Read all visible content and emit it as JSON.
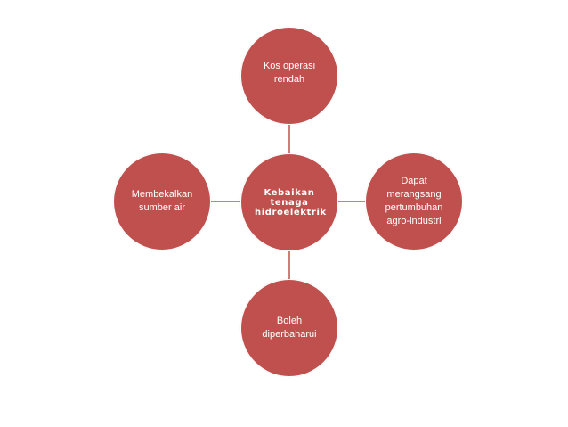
{
  "colors": {
    "node_fill": "#c0504d",
    "connector": "#c0504d",
    "text": "#ffffff",
    "background": "#ffffff"
  },
  "diagram": {
    "center": {
      "label": "Kebaikan tenaga hidroelektrik"
    },
    "satellites": {
      "top": {
        "label": "Kos operasi rendah"
      },
      "right": {
        "label": "Dapat merangsang pertumbuhan agro-industri"
      },
      "bottom": {
        "label": "Boleh diperbaharui"
      },
      "left": {
        "label": "Membekalkan sumber air"
      }
    }
  }
}
